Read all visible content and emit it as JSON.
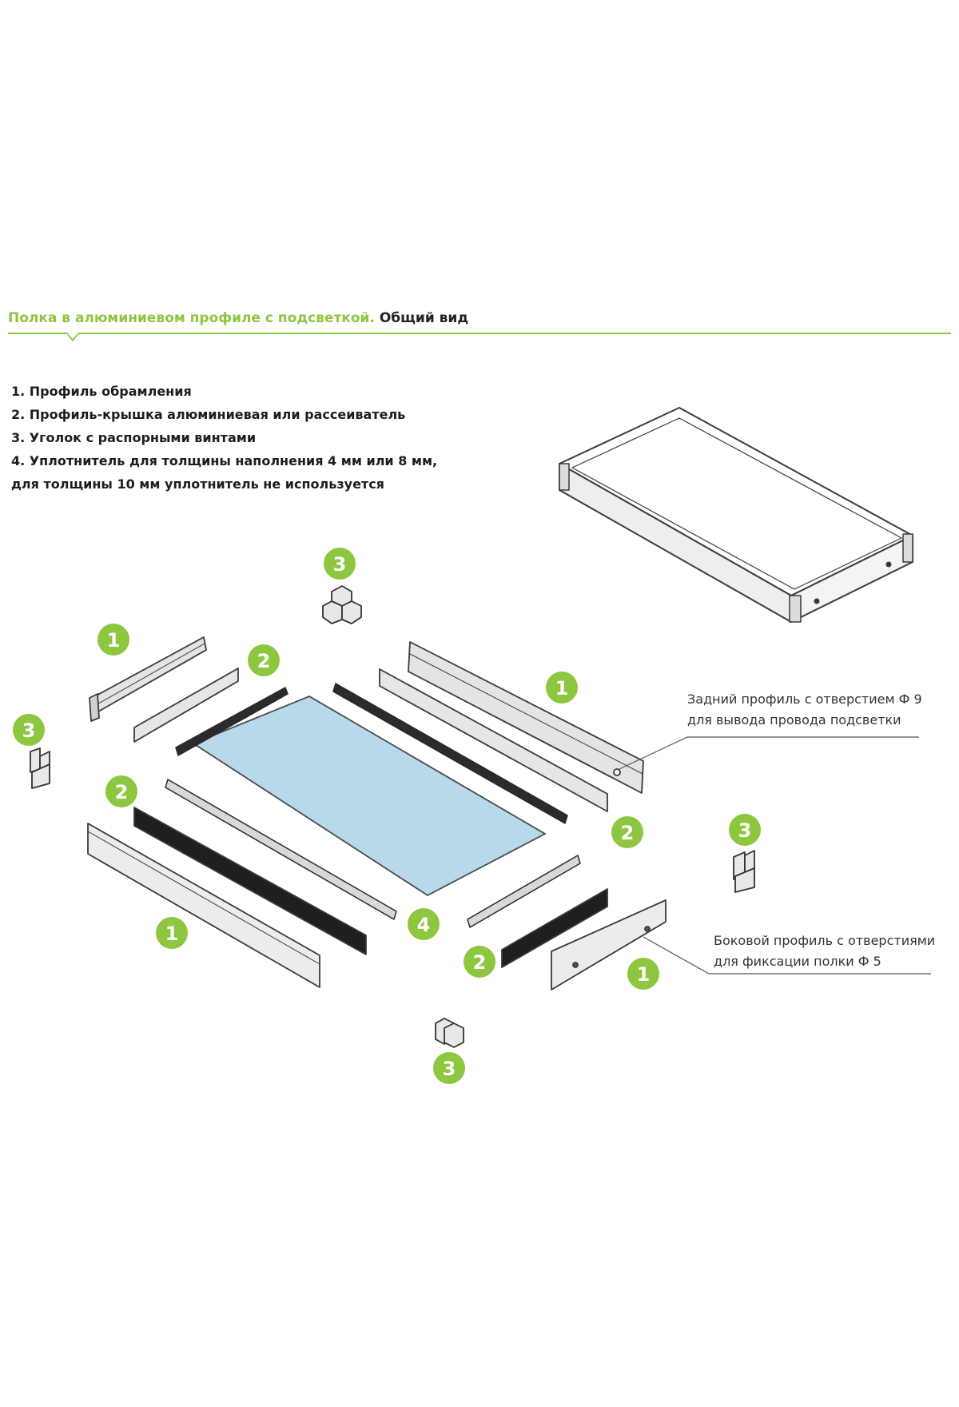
{
  "title": {
    "green_part": "Полка в алюминиевом профиле с подсветкой.",
    "black_part": "Общий вид"
  },
  "legend": [
    "1. Профиль обрамления",
    "2. Профиль-крышка алюминиевая или рассеиватель",
    "3. Уголок с распорными винтами",
    "4. Уплотнитель для толщины наполнения 4 мм или 8 мм,",
    "для толщины 10 мм уплотнитель не используется"
  ],
  "callouts": {
    "back_profile": {
      "line1": "Задний профиль с отверстием Ф 9",
      "line2": "для вывода провода подсветки"
    },
    "side_profile": {
      "line1": "Боковой профиль с отверстиями",
      "line2": "для фиксации полки Ф 5"
    }
  },
  "badges": {
    "corner_top": "3",
    "corner_left": "3",
    "corner_right": "3",
    "corner_bottom": "3",
    "profile_back_left": "1",
    "profile_back_right": "1",
    "profile_front_left": "1",
    "profile_front_right": "1",
    "cover_back_left": "2",
    "cover_back_right": "2",
    "cover_front_left": "2",
    "cover_front_right": "2",
    "seal": "4"
  },
  "colors": {
    "accent_green": "#8dc63f",
    "glass": "#b8d9ea",
    "profile_fill": "#e4e4e4",
    "seal_dark": "#1f1f1f"
  }
}
